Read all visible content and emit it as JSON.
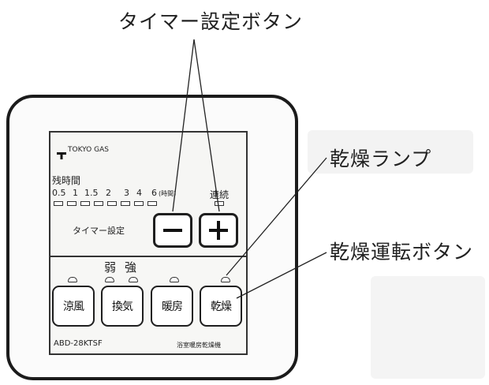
{
  "callouts": {
    "timer_buttons": "タイマー設定ボタン",
    "dry_lamp": "乾燥ランプ",
    "dry_button": "乾燥運転ボタン"
  },
  "panel": {
    "brand": "TOKYO GAS",
    "remaining_time": "残時間",
    "time_marks": [
      "0.5",
      "1",
      "1.5",
      "2",
      "3",
      "4",
      "6"
    ],
    "hours_unit": "(時間)",
    "continuous": "連続",
    "timer_setting": "タイマー設定",
    "weak": "弱",
    "strong": "強",
    "buttons": [
      "涼風",
      "換気",
      "暖房",
      "乾燥"
    ],
    "model": "ABD-28KTSF",
    "product_name": "浴室暖房乾燥機"
  },
  "icons": {
    "minus": "minus-icon",
    "plus": "plus-icon"
  },
  "colors": {
    "line": "#1b1b1b",
    "background": "#ffffff"
  }
}
